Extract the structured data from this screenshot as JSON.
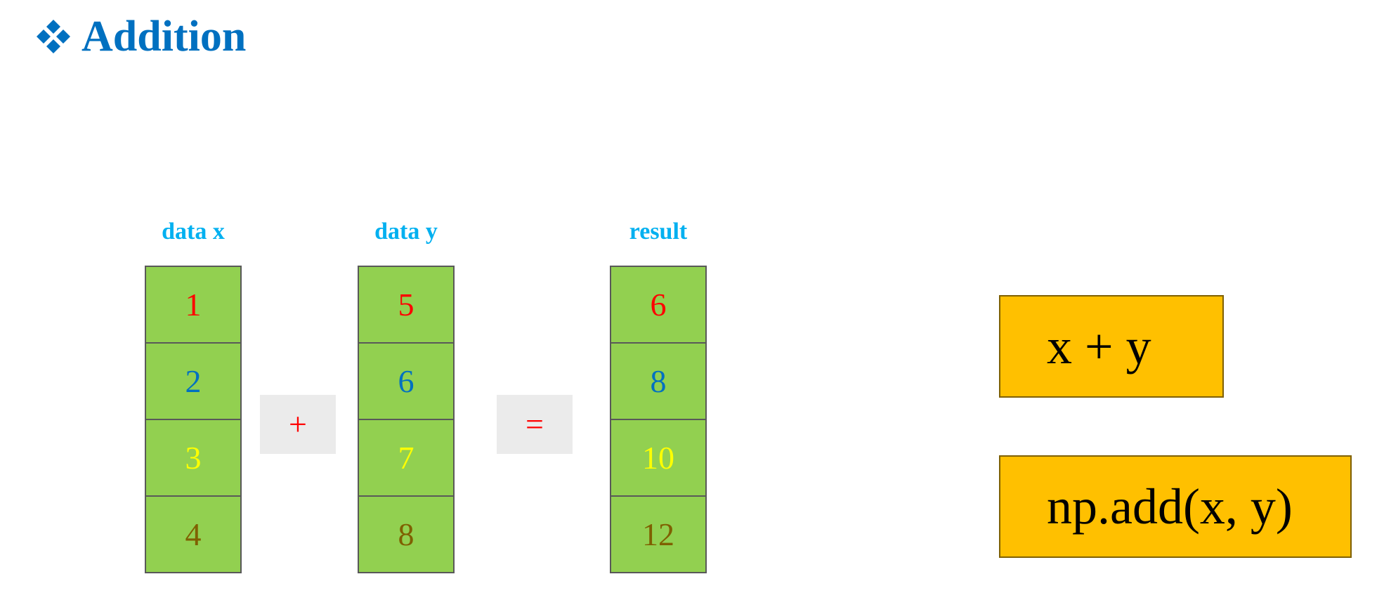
{
  "title": {
    "text": "Addition",
    "icon": "four-diamond-bullet-icon",
    "color": "#0070c0"
  },
  "columns": [
    {
      "label": "data x",
      "values": [
        "1",
        "2",
        "3",
        "4"
      ]
    },
    {
      "label": "data y",
      "values": [
        "5",
        "6",
        "7",
        "8"
      ]
    },
    {
      "label": "result",
      "values": [
        "6",
        "8",
        "10",
        "12"
      ]
    }
  ],
  "operators": {
    "plus": "+",
    "equals": "="
  },
  "code": {
    "operator_form": "x + y",
    "function_form": "np.add(x, y)"
  },
  "colors": {
    "cell_fill": "#92d050",
    "cell_border": "#595959",
    "label": "#00b0f0",
    "row_value_colors": [
      "#ff0000",
      "#0070c0",
      "#ffff00",
      "#7f6000"
    ],
    "operator_box": "#ebebeb",
    "operator_text": "#ff0000",
    "code_fill": "#ffc000",
    "code_border": "#7f6000"
  }
}
